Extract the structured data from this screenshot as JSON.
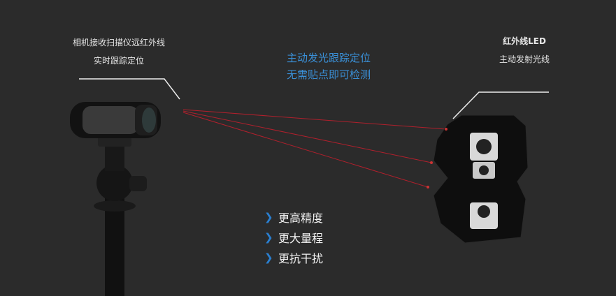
{
  "camera_caption": {
    "line1": "相机接收扫描仪远红外线",
    "line2": "实时跟踪定位"
  },
  "center_caption": {
    "line1": "主动发光跟踪定位",
    "line2": "无需贴点即可检测"
  },
  "led_caption": {
    "line1": "红外线LED",
    "line2": "主动发射光线"
  },
  "features": [
    "更高精度",
    "更大量程",
    "更抗干扰"
  ],
  "colors": {
    "background": "#2b2b2b",
    "accent_blue": "#3a8fd6",
    "beam_red": "#b0202c"
  }
}
